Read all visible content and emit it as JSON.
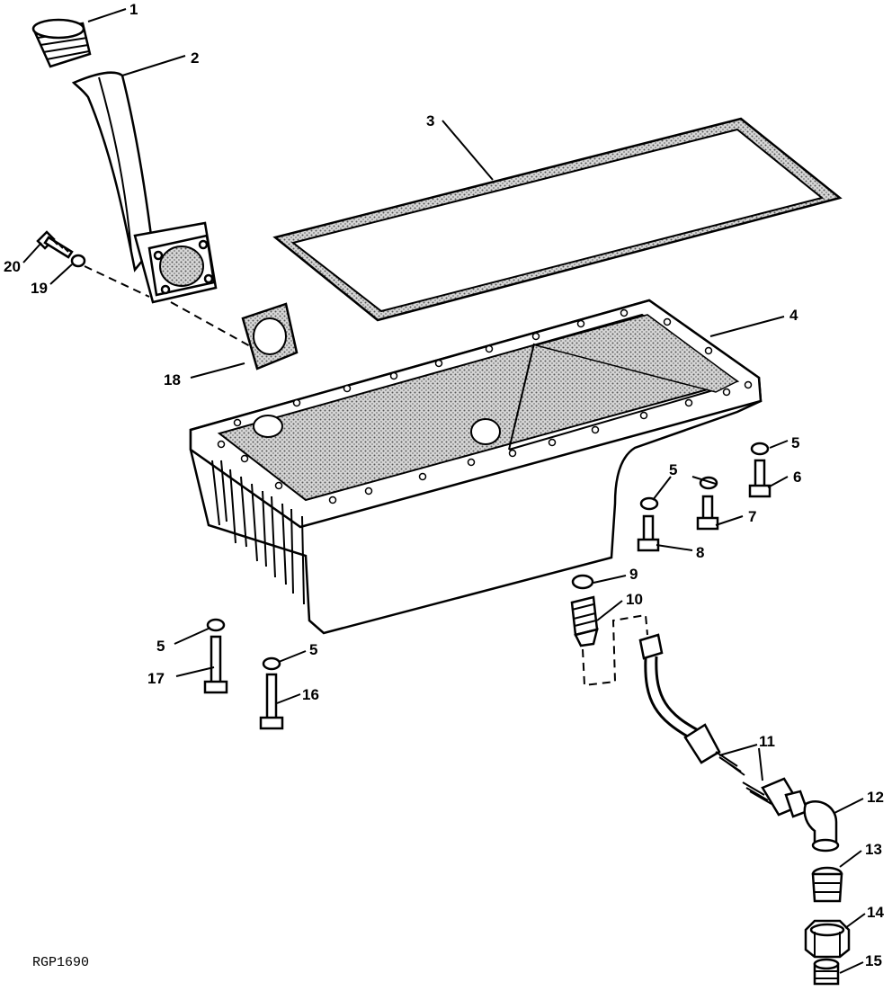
{
  "figure": {
    "reference_code": "RGP1690"
  },
  "callouts": [
    {
      "id": "c1",
      "text": "1"
    },
    {
      "id": "c2",
      "text": "2"
    },
    {
      "id": "c3",
      "text": "3"
    },
    {
      "id": "c4",
      "text": "4"
    },
    {
      "id": "c5a",
      "text": "5"
    },
    {
      "id": "c5b",
      "text": "5"
    },
    {
      "id": "c5c",
      "text": "5"
    },
    {
      "id": "c5d",
      "text": "5"
    },
    {
      "id": "c6",
      "text": "6"
    },
    {
      "id": "c7",
      "text": "7"
    },
    {
      "id": "c8",
      "text": "8"
    },
    {
      "id": "c9",
      "text": "9"
    },
    {
      "id": "c10",
      "text": "10"
    },
    {
      "id": "c11",
      "text": "11"
    },
    {
      "id": "c12",
      "text": "12"
    },
    {
      "id": "c13",
      "text": "13"
    },
    {
      "id": "c14",
      "text": "14"
    },
    {
      "id": "c15",
      "text": "15"
    },
    {
      "id": "c16",
      "text": "16"
    },
    {
      "id": "c17",
      "text": "17"
    },
    {
      "id": "c18",
      "text": "18"
    },
    {
      "id": "c19",
      "text": "19"
    },
    {
      "id": "c20",
      "text": "20"
    }
  ],
  "colors": {
    "ink": "#000000",
    "paper": "#ffffff",
    "gasket_fill": "#b8b8b8"
  }
}
